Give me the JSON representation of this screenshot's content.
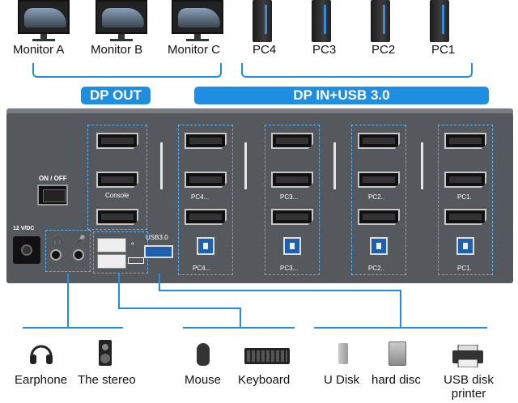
{
  "monitors": [
    {
      "label": "Monitor A"
    },
    {
      "label": "Monitor B"
    },
    {
      "label": "Monitor C"
    }
  ],
  "pcs": [
    {
      "label": "PC4"
    },
    {
      "label": "PC3"
    },
    {
      "label": "PC2"
    },
    {
      "label": "PC1"
    }
  ],
  "banners": {
    "dp_out": "DP OUT",
    "dp_in": "DP IN+USB 3.0"
  },
  "panel": {
    "on_off": "ON / OFF",
    "power": "12 V/DC",
    "console": "Console",
    "usb30": "USB3.0",
    "ports": {
      "pc4_dp": "PC4...",
      "pc3_dp": "PC3...",
      "pc2_dp": "PC2..",
      "pc1_dp": "PC1.",
      "pc4_usb": "PC4...",
      "pc3_usb": "PC3...",
      "pc2_usb": "PC2..",
      "pc1_usb": "PC1."
    }
  },
  "peripherals": [
    {
      "label": "Earphone"
    },
    {
      "label": "The stereo"
    },
    {
      "label": "Mouse"
    },
    {
      "label": "Keyboard"
    },
    {
      "label": "U Disk"
    },
    {
      "label": "hard disc"
    },
    {
      "label": "USB disk printer"
    }
  ],
  "colors": {
    "accent": "#1e8fe0",
    "panel": "#55585c"
  }
}
